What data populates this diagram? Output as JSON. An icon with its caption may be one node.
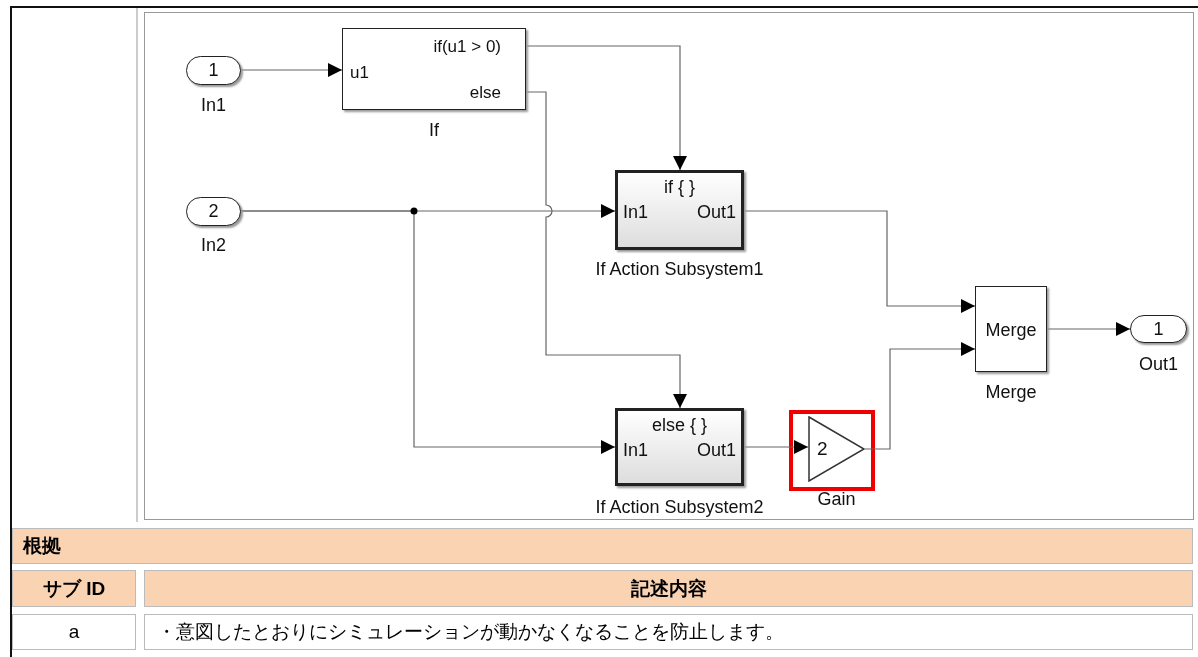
{
  "diagram": {
    "nodes": [
      {
        "text": [
          "1"
        ],
        "beside": [
          "In1"
        ]
      },
      {
        "text": [
          "u1",
          "if(u1 > 0)",
          "else"
        ],
        "beside": [
          "If"
        ]
      },
      {
        "text": [
          "2"
        ],
        "beside": [
          "In2"
        ]
      },
      {
        "text": [
          "if { }",
          "In1",
          "Out1"
        ],
        "beside": [
          "If Action Subsystem1"
        ]
      },
      {
        "text": [
          "else { }",
          "In1",
          "Out1"
        ],
        "beside": [
          "If Action Subsystem2"
        ]
      },
      {
        "text": [
          "2"
        ],
        "beside": [
          "Gain"
        ]
      },
      {
        "text": [
          "Merge"
        ],
        "beside": [
          "Merge"
        ]
      },
      {
        "text": [
          "1"
        ],
        "beside": [
          "Out1"
        ]
      }
    ],
    "edges": [
      {
        "from": 0,
        "to": 1,
        "arrow": "to"
      },
      {
        "from": 1,
        "to": 3,
        "arrow": "to"
      },
      {
        "from": 1,
        "to": 4,
        "arrow": "to"
      },
      {
        "from": 2,
        "to": 3,
        "arrow": "to"
      },
      {
        "from": 2,
        "to": 4,
        "arrow": "to"
      },
      {
        "from": 3,
        "to": 6,
        "arrow": "to"
      },
      {
        "from": 4,
        "to": 5,
        "arrow": "to"
      },
      {
        "from": 5,
        "to": 6,
        "arrow": "to"
      },
      {
        "from": 6,
        "to": 7,
        "arrow": "to"
      }
    ],
    "labels": [
      "根拠",
      "サブ ID",
      "記述内容",
      "a",
      "・意図したとおりにシミュレーションが動かなくなることを防止します。"
    ]
  }
}
